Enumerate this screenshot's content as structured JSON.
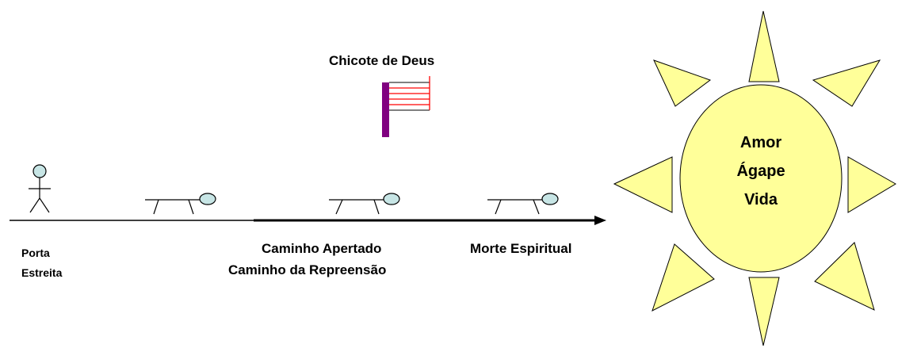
{
  "labels": {
    "whip": "Chicote de Deus",
    "gate_line1": "Porta",
    "gate_line2": "Estreita",
    "path_line1": "Caminho Apertado",
    "path_line2": "Caminho da Repreensão",
    "death": "Morte Espiritual",
    "sun_line1": "Amor",
    "sun_line2": "Ágape",
    "sun_line3": "Vida"
  },
  "colors": {
    "sun_fill": "#ffff99",
    "figure_fill": "#c7e5e5",
    "whip_handle": "#800080",
    "whip_strands": "#ff0000",
    "line": "#000000"
  },
  "icons": [
    "standing-person-icon",
    "fallen-person-icon",
    "whip-icon",
    "sun-icon",
    "arrow-icon"
  ]
}
